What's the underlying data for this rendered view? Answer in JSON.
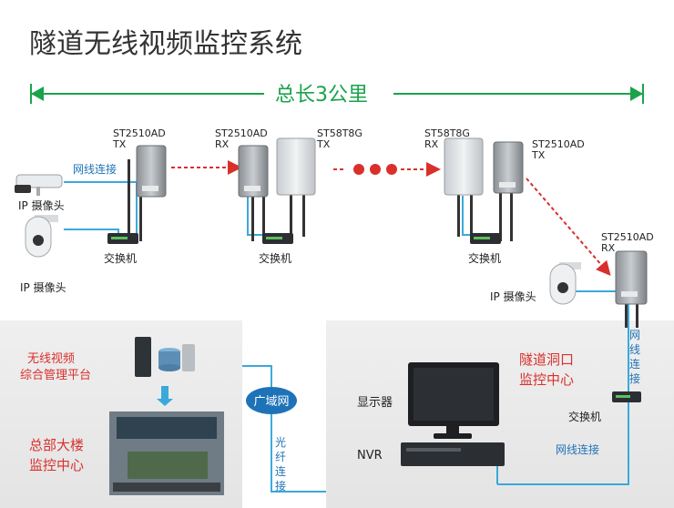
{
  "title": "隧道无线视频监控系统",
  "span_label": "总长3公里",
  "colors": {
    "green": "#1aa34a",
    "red_text": "#d9302c",
    "blue_text": "#1f73b6",
    "cyan_line": "#3aa9da",
    "panel_gray": "#ececec"
  },
  "devices": {
    "d1": {
      "model": "ST2510AD",
      "mode": "TX"
    },
    "d2": {
      "model": "ST2510AD",
      "mode": "RX"
    },
    "d3": {
      "model": "ST58T8G",
      "mode": "TX"
    },
    "d4": {
      "model": "ST58T8G",
      "mode": "RX"
    },
    "d5": {
      "model": "ST2510AD",
      "mode": "TX"
    },
    "d6": {
      "model": "ST2510AD",
      "mode": "RX"
    }
  },
  "labels": {
    "ip_camera_1": "IP 摄像头",
    "ip_camera_2": "IP 摄像头",
    "ip_camera_3": "IP 摄像头",
    "net_link_left": "网线连接",
    "switch_1": "交换机",
    "switch_2": "交换机",
    "switch_3": "交换机",
    "switch_4": "交换机",
    "net_link_vertical": "网线连接",
    "net_link_bottom": "网线连接",
    "fiber_link": "光纤连接",
    "wan": "广域网",
    "platform": "无线视频综合管理平台",
    "hq_center": "总部大楼监控中心",
    "portal_center": "隧道洞口监控中心",
    "monitor": "显示器",
    "nvr": "NVR"
  }
}
